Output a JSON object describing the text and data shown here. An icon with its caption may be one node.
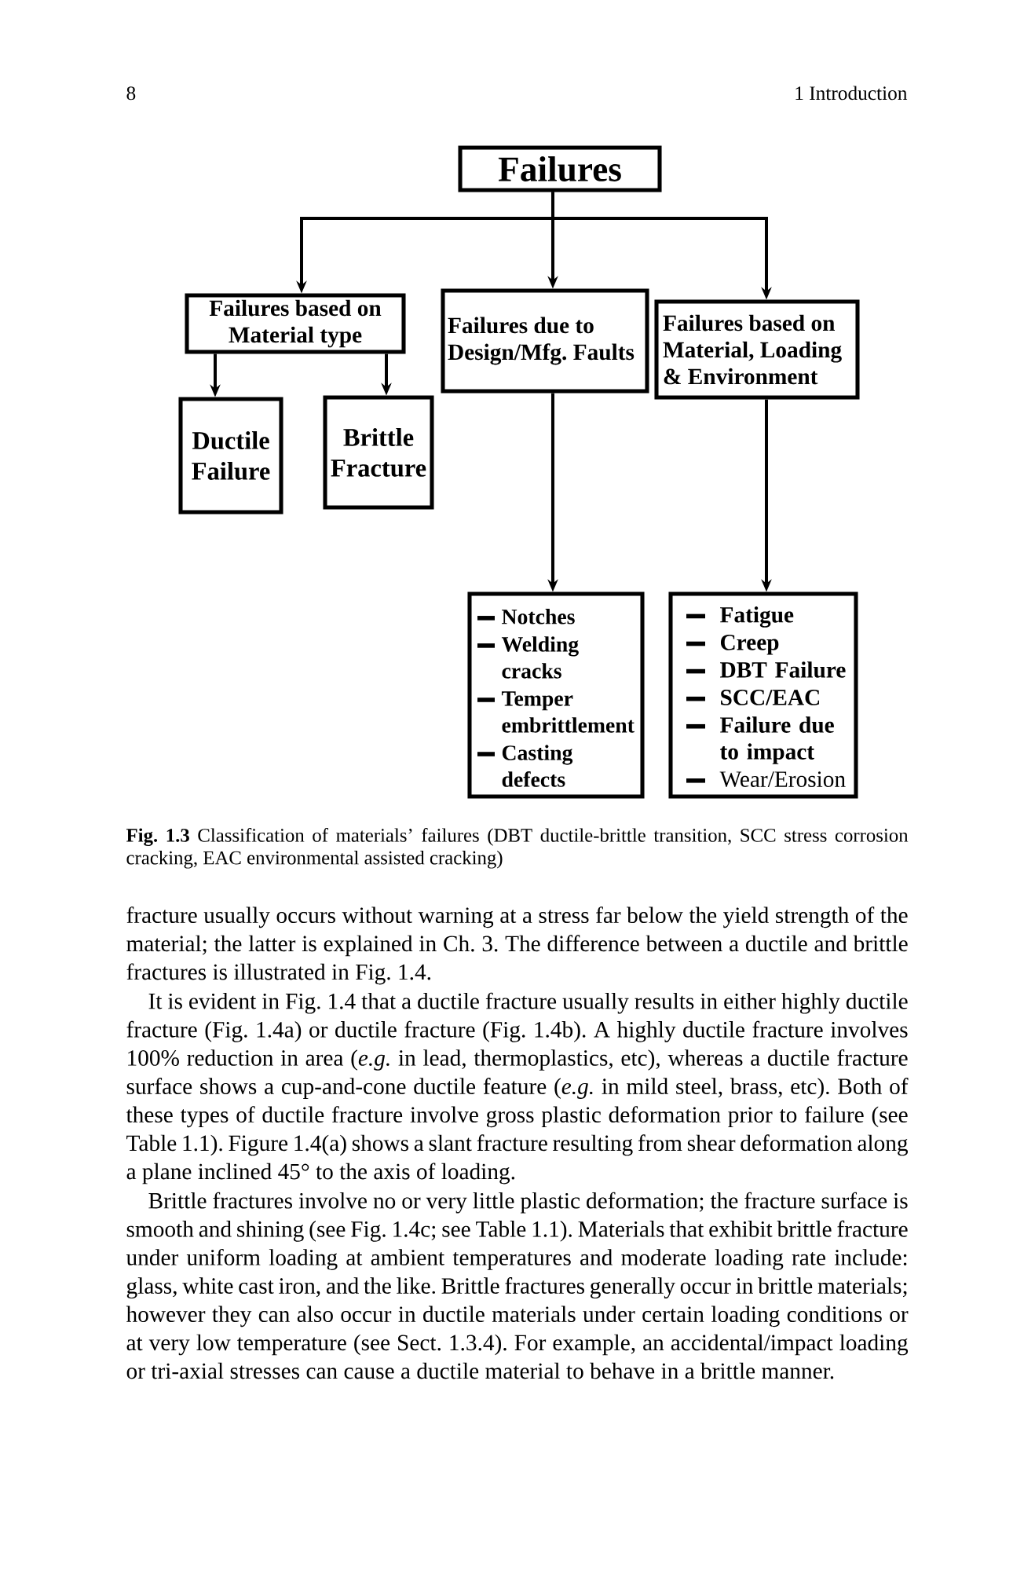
{
  "diagram": {
    "caption": "**Fig. 1.3** Classification of materials’ failures (DBT ductile-brittle transition, SCC stress corrosion cracking, EAC environmental assisted cracking)",
    "nodes": [
      {
        "text": [
          "Failures"
        ]
      },
      {
        "text": [
          "Failures based on Material type"
        ]
      },
      {
        "text": [
          "Failures due to Design/Mfg. Faults"
        ]
      },
      {
        "text": [
          "Failures based on Material, Loading & Environment"
        ]
      },
      {
        "text": [
          "Ductile Failure"
        ]
      },
      {
        "text": [
          "Brittle Fracture"
        ]
      },
      {
        "text": [
          "Notches",
          "Welding cracks",
          "Temper embrittlement",
          "Casting defects"
        ]
      },
      {
        "text": [
          "Fatigue",
          "Creep",
          "DBT Failure",
          "SCC/EAC",
          "Failure due to impact",
          "Wear/Erosion"
        ]
      }
    ],
    "edges": [
      {
        "from": 0,
        "to": 1,
        "arrow": "to"
      },
      {
        "from": 0,
        "to": 2,
        "arrow": "to"
      },
      {
        "from": 0,
        "to": 3,
        "arrow": "to"
      },
      {
        "from": 1,
        "to": 4,
        "arrow": "to"
      },
      {
        "from": 1,
        "to": 5,
        "arrow": "to"
      },
      {
        "from": 2,
        "to": 6,
        "arrow": "to"
      },
      {
        "from": 3,
        "to": 7,
        "arrow": "to"
      }
    ],
    "labels": [
      "8",
      "1 Introduction",
      "fracture usually occurs without warning at a stress far below the yield strength of the material; the latter is explained in Ch. 3. The difference between a ductile and brittle fractures is illustrated in Fig. 1.4.",
      "It is evident in Fig. 1.4 that a ductile fracture usually results in either highly ductile fracture (Fig. 1.4a) or ductile fracture (Fig. 1.4b). A highly ductile fracture involves 100% reduction in area (*e.g.* in lead, thermoplastics, etc), whereas a ductile fracture surface shows a cup-and-cone ductile feature (*e.g.* in mild steel, brass, etc). Both of these types of ductile fracture involve gross plastic deformation prior to failure (see Table 1.1). Figure 1.4(a) shows a slant fracture resulting from shear deformation along a plane inclined 45° to the axis of loading.",
      "Brittle fractures involve no or very little plastic deformation; the fracture surface is smooth and shining (see Fig. 1.4c; see Table 1.1). Materials that exhibit brittle fracture under uniform loading at ambient temperatures and moderate loading rate include: glass, white cast iron, and the like. Brittle fractures generally occur in brittle materials; however they can also occur in ductile materials under certain loading conditions or at very low temperature (see Sect. 1.3.4). For example, an accidental/impact loading or tri-axial stresses can cause a ductile material to behave in a brittle manner."
    ]
  }
}
